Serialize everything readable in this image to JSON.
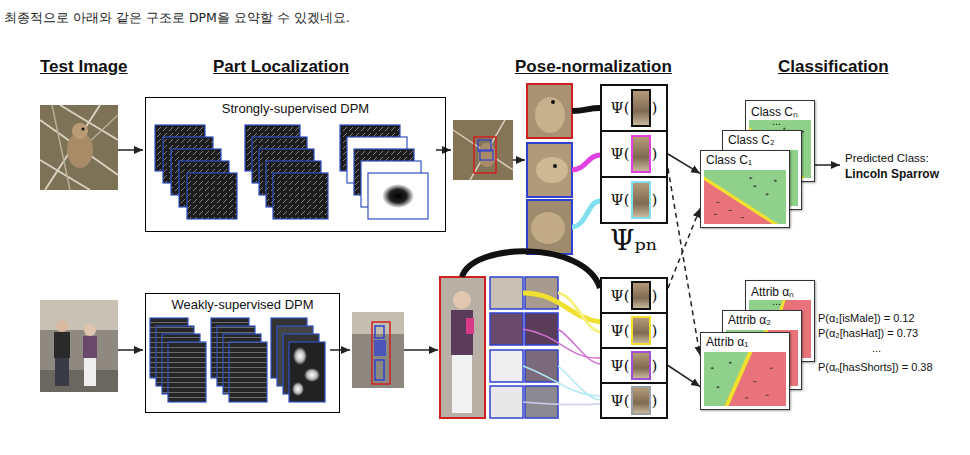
{
  "diagram": {
    "nodes": [
      {
        "text": [
          "Strongly-supervised DPM"
        ]
      },
      {
        "text": [
          "Ψ(",
          ")"
        ]
      },
      {
        "text": [
          "Ψ(",
          ")"
        ]
      },
      {
        "text": [
          "Ψ(",
          ")"
        ]
      },
      {
        "text": [
          "Class Cₙ"
        ]
      },
      {
        "text": [
          "Class C₂"
        ]
      },
      {
        "text": [
          "Class C₁"
        ]
      },
      {
        "text": [
          "Weakly-supervised DPM"
        ]
      },
      {
        "text": [
          "Ψ(",
          ")"
        ]
      },
      {
        "text": [
          "Ψ(",
          ")"
        ]
      },
      {
        "text": [
          "Ψ(",
          ")"
        ]
      },
      {
        "text": [
          "Ψ(",
          ")"
        ]
      },
      {
        "text": [
          "Attrib αₙ"
        ]
      },
      {
        "text": [
          "Attrib α₂"
        ]
      },
      {
        "text": [
          "Attrib α₁"
        ]
      }
    ],
    "edges": [
      {
        "from": 2,
        "to": 6,
        "arrow": "to"
      },
      {
        "from": 2,
        "to": 14,
        "arrow": "to"
      },
      {
        "from": 8,
        "to": 6,
        "arrow": "to"
      },
      {
        "from": 10,
        "to": 14,
        "arrow": "to"
      }
    ],
    "labels": [
      "최종적으로 아래와 같은 구조로 DPM을 요약할 수 있겠네요.",
      "Test Image",
      "Part Localization",
      "Pose-normalization",
      "Classification",
      "...",
      "Predicted Class:",
      "Lincoln Sparrow",
      "Ψₚₙ",
      "...",
      "P(α₁[isMale]) = 0.12",
      "P(α₂[hasHat]) = 0.73",
      "...",
      "P(αₙ[hasShorts]) = 0.38"
    ]
  }
}
